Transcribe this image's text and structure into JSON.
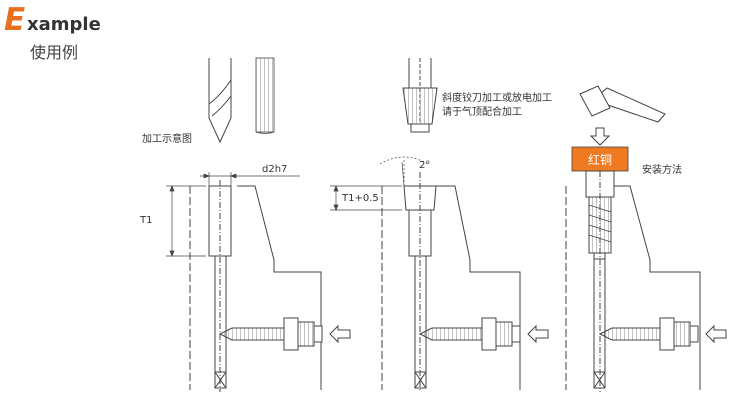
{
  "header": {
    "initial": "E",
    "rest": "xample",
    "subtitle": "使用例"
  },
  "labels": {
    "process_diagram": "加工示意图",
    "reamer_note_line1": "斜度铰刀加工或放电加工",
    "reamer_note_line2": "请于气顶配合加工",
    "dim_d2h7": "d2h7",
    "dim_t1": "T1",
    "dim_t1_plus": "T1+0.5",
    "angle": "2°",
    "copper_block": "红铜",
    "install_method": "安装方法"
  },
  "colors": {
    "accent": "#e8701e",
    "copper": "#f07a22",
    "line": "#333333",
    "text": "#333333"
  }
}
